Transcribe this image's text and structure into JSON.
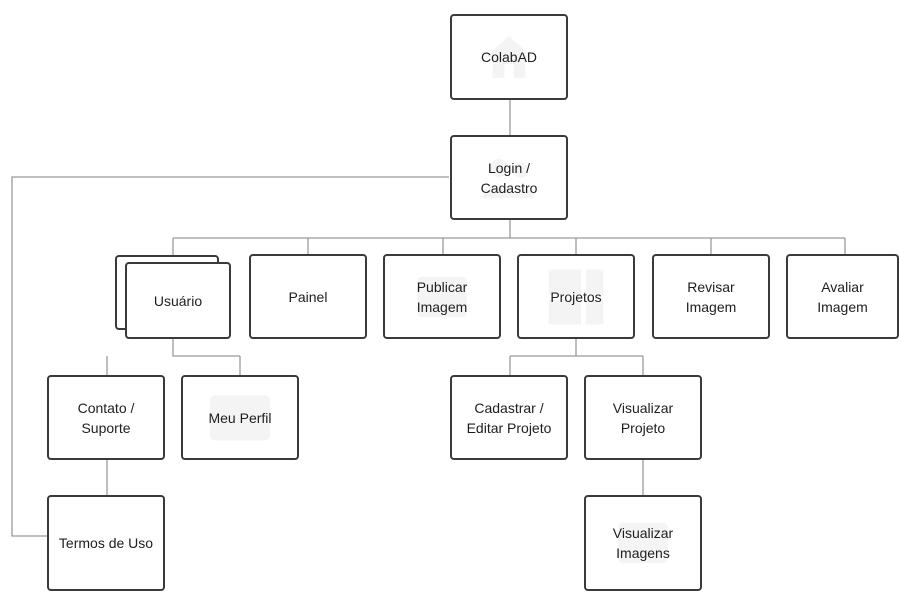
{
  "diagram": {
    "nodes": {
      "colabad": "ColabAD",
      "login": "Login /\nCadastro",
      "usuario": "Usuário",
      "painel": "Painel",
      "publicar": "Publicar\nImagem",
      "projetos": "Projetos",
      "revisar": "Revisar\nImagem",
      "avaliar": "Avaliar\nImagem",
      "contato": "Contato /\nSuporte",
      "meu_perfil": "Meu Perfil",
      "cadastrar_projeto": "Cadastrar /\nEditar Projeto",
      "visualizar_projeto": "Visualizar\nProjeto",
      "termos": "Termos de Uso",
      "visualizar_imagens": "Visualizar\nImagens"
    },
    "icons": {
      "colabad": "home-icon",
      "login": "users-icon",
      "publicar": "image-icon",
      "projetos": "gallery-icon",
      "meu_perfil": "id-card-icon",
      "visualizar_imagens": "image-icon"
    },
    "colors": {
      "stroke": "#3a3a3a",
      "connector": "#9a9a9a",
      "text": "#1e1e1e",
      "ghost_icon": "#bdbdbd"
    }
  }
}
